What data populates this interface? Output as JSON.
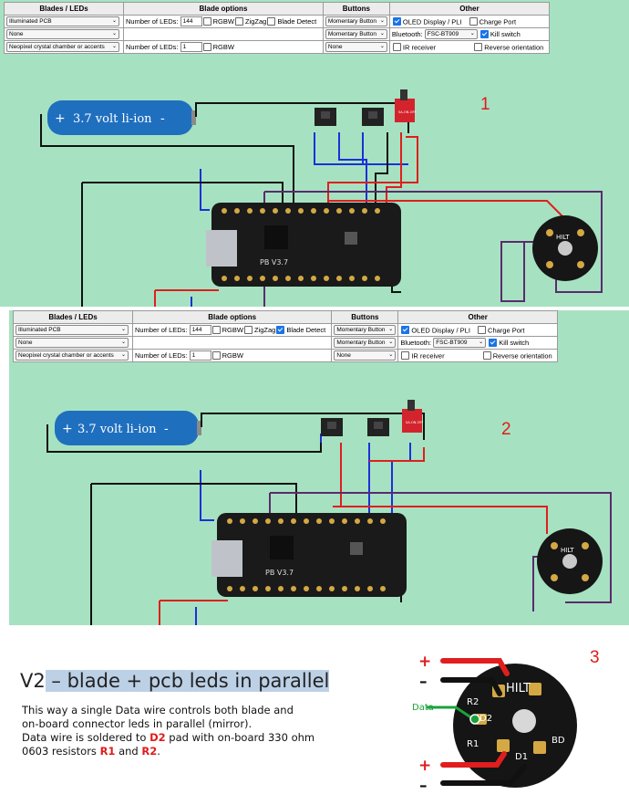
{
  "config_table": {
    "headers": [
      "Blades / LEDs",
      "Blade options",
      "Buttons",
      "Other"
    ],
    "row1": {
      "blade_select": "Illuminated PCB",
      "num_leds_label": "Number of LEDs:",
      "num_leds": "144",
      "rgbw": "RGBW",
      "zigzag": "ZigZag",
      "blade_detect": "Blade Detect",
      "button": "Momentary Button",
      "oled": "OLED Display / PLI",
      "charge_port": "Charge Port"
    },
    "row2": {
      "blade_select": "None",
      "button": "Momentary Button",
      "bluetooth_label": "Bluetooth:",
      "bluetooth": "FSC-BT909",
      "kill_switch": "Kill switch"
    },
    "row3": {
      "blade_select": "Neopixel crystal chamber or accents",
      "num_leds_label": "Number of LEDs:",
      "num_leds": "1",
      "rgbw": "RGBW",
      "button": "None",
      "ir": "IR receiver",
      "reverse": "Reverse orientation"
    }
  },
  "panel1": {
    "label": "1",
    "blade_detect_checked": false
  },
  "panel2": {
    "label": "2",
    "blade_detect_checked": true
  },
  "battery_label": "3.7 volt li-ion",
  "battery_plus": "+",
  "battery_minus": "-",
  "board_label": "PB V3.7",
  "connector_label": "HILT",
  "connector_pads": [
    "R2",
    "D2",
    "R1",
    "D1",
    "BD"
  ],
  "switch_label": "SA-ON-OFF",
  "bottom": {
    "number": "3",
    "title_prefix": "V2",
    "title_rest": " – blade + pcb leds in parallel",
    "desc_lines": [
      "This way a single Data wire controls both blade and",
      "on-board connector leds in parallel (mirror).",
      "Data wire is soldered to ",
      "D2",
      " pad with on-board 330 ohm",
      "0603 resistors ",
      "R1",
      " and ",
      "R2",
      "."
    ],
    "data_label": "Data",
    "plus": "+",
    "minus": "–"
  },
  "colors": {
    "panel_bg": "#a6e2c1",
    "wire_red": "#e01e1e",
    "wire_blue": "#1d2fd8",
    "wire_black": "#111111",
    "wire_purple": "#5b2a6e",
    "accent_red": "#e11b1b",
    "data_green": "#1aa33a"
  }
}
